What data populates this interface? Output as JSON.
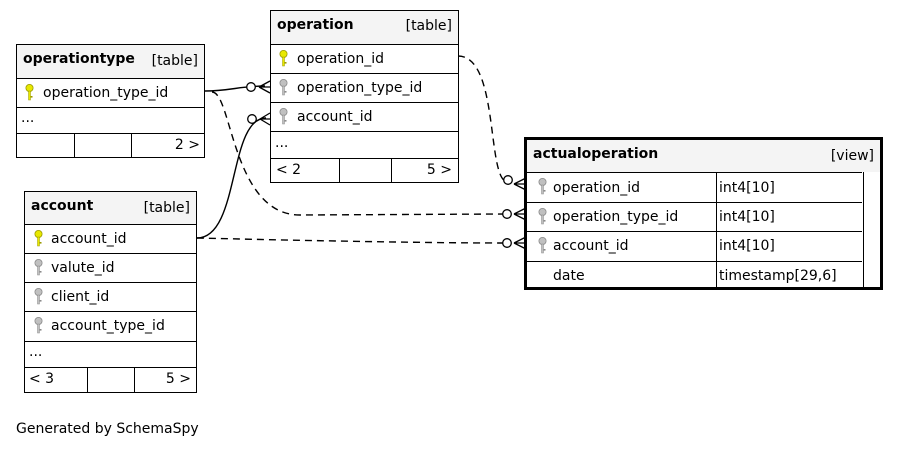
{
  "colors": {
    "primary_key": "#e8e800",
    "foreign_key": "#c0c0c0",
    "header_bg": "#f4f4f4",
    "line": "#000000"
  },
  "footer": "Generated by SchemaSpy",
  "entities": {
    "operation": {
      "name": "operation",
      "kind": "[table]",
      "columns": [
        "operation_id",
        "operation_type_id",
        "account_id"
      ],
      "ellipsis": "...",
      "parents": "< 2",
      "children": "5 >"
    },
    "operationtype": {
      "name": "operationtype",
      "kind": "[table]",
      "columns": [
        "operation_type_id"
      ],
      "ellipsis": "...",
      "parents": "",
      "children": "2 >"
    },
    "account": {
      "name": "account",
      "kind": "[table]",
      "columns": [
        "account_id",
        "valute_id",
        "client_id",
        "account_type_id"
      ],
      "ellipsis": "...",
      "parents": "< 3",
      "children": "5 >"
    },
    "actualoperation": {
      "name": "actualoperation",
      "kind": "[view]",
      "columns": [
        {
          "name": "operation_id",
          "type": "int4[10]"
        },
        {
          "name": "operation_type_id",
          "type": "int4[10]"
        },
        {
          "name": "account_id",
          "type": "int4[10]"
        },
        {
          "name": "date",
          "type": "timestamp[29,6]"
        }
      ]
    }
  }
}
